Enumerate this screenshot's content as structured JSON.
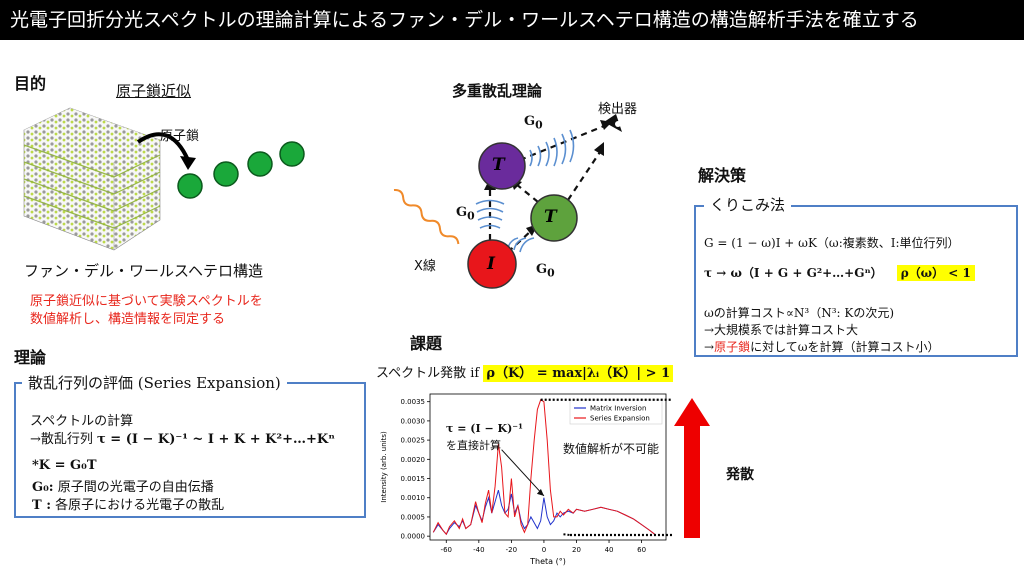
{
  "title": "光電子回折分光スペクトルの理論計算によるファン・デル・ワールスヘテロ構造の構造解析手法を確立する",
  "objective": {
    "heading": "目的",
    "approx_title": "原子鎖近似",
    "chain_label": "原子鎖",
    "structure_caption": "ファン・デル・ワールスヘテロ構造",
    "red_text_1": "原子鎖近似に基づいて実験スペクトルを",
    "red_text_2": "数値解析し、構造情報を同定する"
  },
  "multiple_scattering": {
    "heading": "多重散乱理論",
    "detector_label": "検出器",
    "xray_label": "X線",
    "g0": "G",
    "g0_sub": "0",
    "atom_T": "T",
    "atom_I": "I",
    "colors": {
      "T_top": "#6a2b9c",
      "T_right": "#5ea23d",
      "I": "#e8161b"
    }
  },
  "theory": {
    "heading": "理論",
    "box_label": "散乱行列の評価 (Series Expansion)",
    "line1": "スペクトルの計算",
    "line2_prefix": "→散乱行列 ",
    "line2_math": "τ = (I − K)⁻¹ ~ I + K + K²+…+Kⁿ",
    "def_K": "*K =  G₀T",
    "def_G0_sym": "G₀:",
    "def_G0_text": " 原子間の光電子の自由伝播",
    "def_T_sym": "T  :",
    "def_T_text": " 各原子における光電子の散乱"
  },
  "issue": {
    "heading": "課題",
    "spectrum_prefix": "スペクトル発散 if ",
    "condition": "ρ（K） = max|λᵢ（K）| > 1",
    "condition_sub": "i",
    "arrow_text_math": "τ = (I − K)⁻¹",
    "arrow_text": "を直接計算",
    "not_possible": "数値解析が不可能",
    "divergence": "発散"
  },
  "solution": {
    "heading": "解決策",
    "box_label": "くりこみ法",
    "eq1": "G = (1 − ω)I + ωK（ω:複素数、I:単位行列）",
    "eq2_main": "τ → ω（I + G + G²+…+Gⁿ）",
    "eq2_cond": "ρ（ω） < 1",
    "line3": "ωの計算コスト∝N³（N³: Kの次元)",
    "line4": "→大規模系では計算コスト大",
    "line5_prefix": "→",
    "line5_red": "原子鎖",
    "line5_suffix": "に対してωを計算（計算コスト小）"
  },
  "chart_data": {
    "type": "line",
    "title": "",
    "xlabel": "Theta (°)",
    "ylabel": "Intensity (arb. units)",
    "xlim": [
      -70,
      75
    ],
    "ylim": [
      -0.0001,
      0.0037
    ],
    "xticks": [
      -60,
      -40,
      -20,
      0,
      20,
      40,
      60
    ],
    "yticks": [
      0.0,
      0.0005,
      0.001,
      0.0015,
      0.002,
      0.0025,
      0.003,
      0.0035
    ],
    "ytick_labels": [
      "0.0000",
      "0.0005",
      "0.0010",
      "0.0015",
      "0.0020",
      "0.0025",
      "0.0030",
      "0.0035"
    ],
    "legend_position": "top-right",
    "series": [
      {
        "name": "Matrix Inversion",
        "color": "#2233cc",
        "x": [
          -68,
          -65,
          -62,
          -60,
          -58,
          -55,
          -52,
          -50,
          -48,
          -45,
          -42,
          -40,
          -38,
          -36,
          -34,
          -32,
          -30,
          -28,
          -26,
          -24,
          -22,
          -20,
          -18,
          -16,
          -14,
          -12,
          -10,
          -8,
          -6,
          -4,
          -2,
          0,
          2,
          4,
          6,
          8,
          10,
          12,
          15,
          18,
          20,
          25,
          30,
          35,
          40,
          45,
          50,
          55,
          60,
          65,
          68
        ],
        "y": [
          0.0001,
          0.0003,
          0.00015,
          5e-05,
          0.0002,
          0.00035,
          0.00025,
          0.0004,
          0.0002,
          0.0003,
          0.0008,
          0.0006,
          0.0004,
          0.00075,
          0.001,
          0.0006,
          0.0009,
          0.0012,
          0.0008,
          0.0006,
          0.0007,
          0.0011,
          0.0006,
          0.0008,
          0.0004,
          0.0002,
          0.0003,
          0.0005,
          0.00035,
          0.0002,
          0.0004,
          0.001,
          0.0005,
          0.0003,
          0.0004,
          0.0006,
          0.0005,
          0.0006,
          0.00065,
          0.0006,
          0.0007,
          0.00065,
          0.0007,
          0.00075,
          0.0007,
          0.00065,
          0.00055,
          0.00045,
          0.0003,
          0.00015,
          5e-05
        ]
      },
      {
        "name": "Series Expansion",
        "color": "#e8161b",
        "x": [
          -68,
          -65,
          -62,
          -60,
          -58,
          -55,
          -52,
          -50,
          -48,
          -45,
          -42,
          -40,
          -38,
          -36,
          -34,
          -32,
          -30,
          -28,
          -26,
          -24,
          -22,
          -20,
          -18,
          -16,
          -14,
          -12,
          -10,
          -8,
          -6,
          -4,
          -2,
          0,
          2,
          4,
          6,
          8,
          10,
          12,
          15,
          18,
          20,
          25,
          30,
          35,
          40,
          45,
          50,
          55,
          60,
          65,
          68
        ],
        "y": [
          0.0001,
          0.00035,
          0.00015,
          5e-05,
          0.00025,
          0.0004,
          0.0002,
          0.00045,
          0.0002,
          0.0003,
          0.0009,
          0.0006,
          0.00035,
          0.00085,
          0.0012,
          0.0006,
          0.0013,
          0.0024,
          0.0018,
          0.0006,
          0.0005,
          0.0015,
          0.0005,
          0.0008,
          0.0003,
          0.0001,
          0.0003,
          0.0015,
          0.0025,
          0.0033,
          0.00355,
          0.0035,
          0.0025,
          0.0012,
          0.0005,
          0.0005,
          0.00065,
          0.00055,
          0.0007,
          0.0006,
          0.0007,
          0.00065,
          0.0007,
          0.00075,
          0.0007,
          0.00065,
          0.00055,
          0.00045,
          0.0003,
          0.00015,
          5e-05
        ]
      }
    ]
  }
}
